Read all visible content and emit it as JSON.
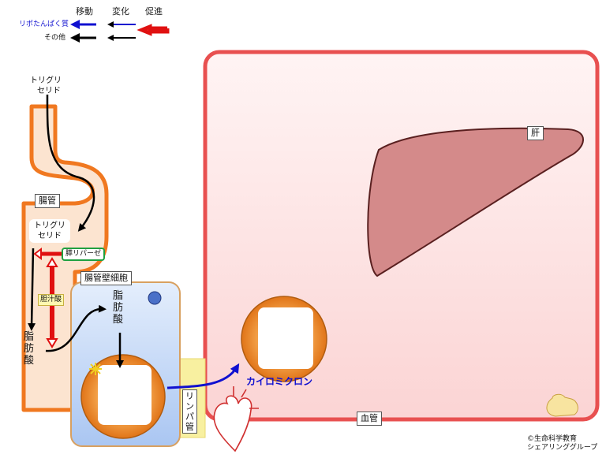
{
  "legend": {
    "col_move": "移動",
    "col_change": "変化",
    "col_promote": "促進",
    "row_lipoprotein": "リポたんぱく質",
    "row_other": "その他",
    "colors": {
      "lipoprotein": "#1010d0",
      "other": "#000000",
      "promote": "#e01010"
    }
  },
  "labels": {
    "triglyceride_top": [
      "トリグリ",
      "セリド"
    ],
    "intestine": "腸管",
    "triglyceride_inner": [
      "トリグリ",
      "セリド"
    ],
    "pancreatic_lipase": "膵リパーゼ",
    "bile_acid": "胆汁酸",
    "fatty_acid_left": [
      "脂",
      "肪",
      "酸"
    ],
    "wall_cell": "腸管壁細胞",
    "fatty_acid_cell": [
      "脂",
      "肪",
      "酸"
    ],
    "lymph": [
      "リ",
      "ン",
      "パ",
      "管"
    ],
    "chylomicron": "カイロミクロン",
    "liver": "肝",
    "blood_vessel": "血管",
    "copyright": [
      "©生命科学教育",
      "シェアリンググループ"
    ]
  },
  "colors": {
    "intestine_wall": "#f07820",
    "vessel_border": "#e85050",
    "liver_fill": "#d48a8a",
    "liver_border": "#5a2020",
    "cell_fill": "#c8dcf8",
    "chylo_orange": "#f08a20",
    "lymph_fill": "#f8f0a0"
  }
}
